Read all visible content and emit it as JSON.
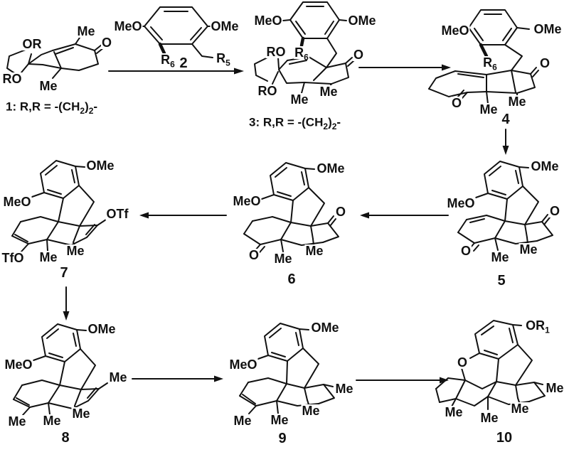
{
  "atoms": {
    "me": "Me",
    "meo": "MeO",
    "ome": "OMe",
    "o": "O",
    "or": "OR",
    "ro": "RO",
    "otf": "OTf",
    "tfo": "TfO"
  },
  "rich": {
    "r6": [
      {
        "t": "R"
      },
      {
        "t": "6",
        "sub": true
      }
    ],
    "r5": [
      {
        "t": "R"
      },
      {
        "t": "5",
        "sub": true
      }
    ],
    "or1": [
      {
        "t": "OR"
      },
      {
        "t": "1",
        "sub": true
      }
    ],
    "cap1": [
      {
        "t": "1: R,R = -(CH"
      },
      {
        "t": "2",
        "sub": true
      },
      {
        "t": ")"
      },
      {
        "t": "2",
        "sub": true
      },
      {
        "t": "-"
      }
    ],
    "cap3": [
      {
        "t": "3: R,R = -(CH"
      },
      {
        "t": "2",
        "sub": true
      },
      {
        "t": ")"
      },
      {
        "t": "2",
        "sub": true
      },
      {
        "t": "-"
      }
    ]
  },
  "numbers": {
    "n2": "2",
    "n4": "4",
    "n5": "5",
    "n6": "6",
    "n7": "7",
    "n8": "8",
    "n9": "9",
    "n10": "10"
  },
  "colors": {
    "ink": "#111111",
    "background": "#ffffff"
  }
}
